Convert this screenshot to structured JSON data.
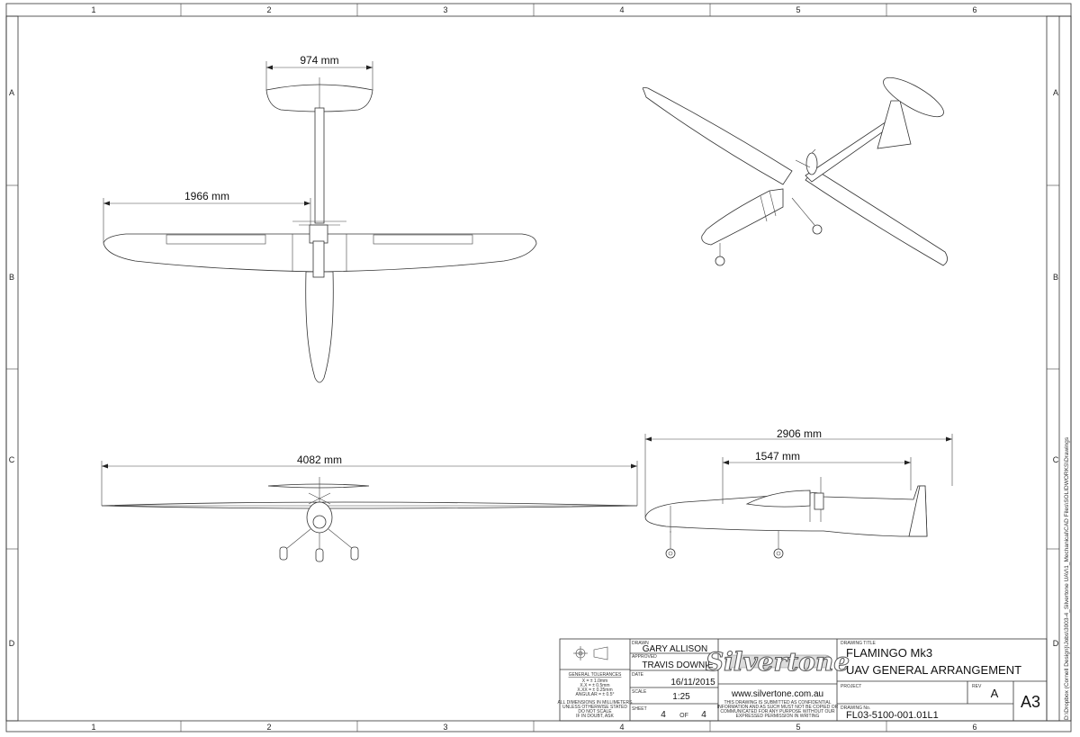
{
  "zones": {
    "columns": [
      "1",
      "2",
      "3",
      "4",
      "5",
      "6"
    ],
    "rows": [
      "A",
      "B",
      "C",
      "D"
    ]
  },
  "dimensions": {
    "tail_span": "974 mm",
    "half_span": "1966 mm",
    "span": "4082 mm",
    "length": "2906 mm",
    "wing_position": "1547 mm"
  },
  "side_path": "D:\\Dropbox (Cornell Design)\\Jobs\\3003-4_Silvertone UAV\\1_Mechanical\\CAD Files\\SOLIDWORKS\\Drawings",
  "title_block": {
    "drawn_label": "DRAWN",
    "drawn": "GARY ALLISON",
    "approved_label": "APPROVED",
    "approved": "TRAVIS DOWNIE",
    "date_label": "DATE",
    "date": "16/11/2015",
    "scale_label": "SCALE",
    "scale": "1:25",
    "sheet_label": "SHEET",
    "sheet": "4",
    "of": "OF",
    "sheet_total": "4",
    "tolerances_title": "GENERAL TOLERANCES",
    "tolerances": [
      "X = ± 1.0mm",
      "X.X = ± 0.5mm",
      "X.XX = ± 0.25mm",
      "ANGULAR = ± 0.5°"
    ],
    "notes": [
      "ALL DIMENSIONS IN MILLIMETERS",
      "UNLESS OTHERWISE STATED",
      "DO NOT SCALE",
      "IF IN DOUBT, ASK"
    ],
    "logo": "Silvertone",
    "website": "www.silvertone.com.au",
    "confidential": [
      "THIS DRAWING IS SUBMITTED AS CONFIDENTIAL",
      "INFORMATION AND AS SUCH MUST NOT BE COPIED OR",
      "COMMUNICATED FOR ANY PURPOSE WITHOUT OUR",
      "EXPRESSED PERMISSION IN WRITING"
    ],
    "drawing_title_label": "DRAWING TITLE",
    "title_line1": "FLAMINGO Mk3",
    "title_line2": "UAV GENERAL ARRANGEMENT",
    "project_label": "PROJECT",
    "rev_label": "REV",
    "rev": "A",
    "drawing_no_label": "DRAWING No.",
    "drawing_no": "FL03-5100-001.01L1",
    "size": "A3"
  }
}
